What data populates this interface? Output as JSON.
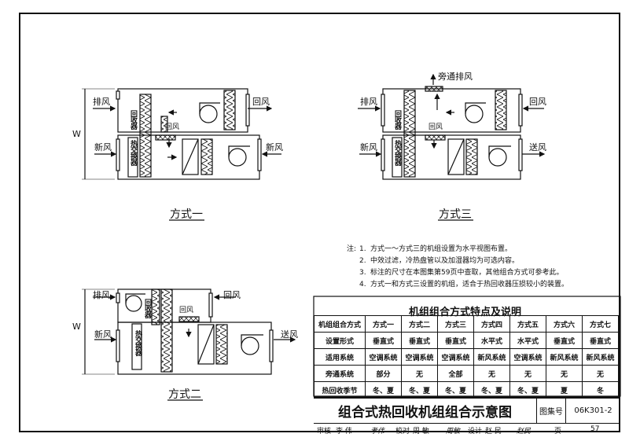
{
  "labels": {
    "exhaust": "排风",
    "return": "回风",
    "fresh": "新风",
    "supply": "送风",
    "bypass": "旁通排风",
    "width_dim": "W",
    "recovery_device": "回收器",
    "hx": "热交换器"
  },
  "captions": {
    "m1": "方式一",
    "m2": "方式二",
    "m3": "方式三"
  },
  "notes": {
    "prefix": "注:",
    "items": [
      {
        "n": "1.",
        "text": "方式一～方式三的机组设置为水平视图布置。"
      },
      {
        "n": "2.",
        "text": "中效过滤，冷热盘管以及加湿器均为可选内容。"
      },
      {
        "n": "3.",
        "text": "标注的尺寸在本图集第59页中查取，其他组合方式可参考此。"
      },
      {
        "n": "4.",
        "text": "方式一和方式三设置的机组，适合于热回收器压损较小的装置。"
      }
    ]
  },
  "table": {
    "title": "机组组合方式特点及说明",
    "header": [
      "机组组合方式",
      "方式一",
      "方式二",
      "方式三",
      "方式四",
      "方式五",
      "方式六",
      "方式七"
    ],
    "rows": [
      [
        "设置形式",
        "垂直式",
        "垂直式",
        "垂直式",
        "水平式",
        "水平式",
        "垂直式",
        "垂直式"
      ],
      [
        "适用系统",
        "空调系统",
        "空调系统",
        "空调系统",
        "新风系统",
        "空调系统",
        "新风系统",
        "新风系统"
      ],
      [
        "旁通系统",
        "部分",
        "无",
        "全部",
        "无",
        "无",
        "无",
        "无"
      ],
      [
        "热回收季节",
        "冬、夏",
        "冬、夏",
        "冬、夏",
        "冬、夏",
        "冬、夏",
        "夏",
        "冬"
      ]
    ]
  },
  "title_block": {
    "title": "组合式热回收机组组合示意图",
    "atlas_label": "图集号",
    "atlas_no": "06K301-2",
    "page_label": "页",
    "page_no": "57",
    "sign": {
      "review_label": "审核",
      "reviewer": "李  伟",
      "review_sig": "孝伟",
      "check_label": "校对",
      "checker": "周  敏",
      "check_sig": "周敏",
      "design_label": "设计",
      "designer": "赵  民",
      "design_sig": "赵民"
    }
  },
  "colors": {
    "line": "#111111",
    "paper": "#ffffff"
  }
}
